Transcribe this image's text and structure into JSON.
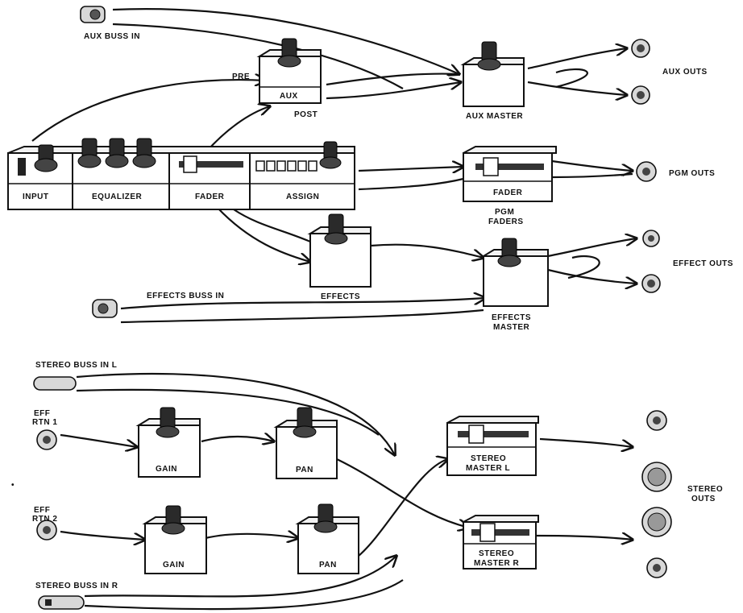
{
  "labels": {
    "aux_buss_in": "AUX BUSS IN",
    "pre": "PRE",
    "post": "POST",
    "aux": "AUX",
    "aux_master": "AUX MASTER",
    "aux_outs": "AUX OUTS",
    "input": "INPUT",
    "equalizer": "EQUALIZER",
    "fader": "FADER",
    "assign": "ASSIGN",
    "pgm_fader_box": "FADER",
    "pgm_faders": "PGM FADERS",
    "pgm_outs": "PGM OUTS",
    "effects": "EFFECTS",
    "effects_master": "EFFECTS MASTER",
    "effect_outs": "EFFECT OUTS",
    "effects_buss_in": "EFFECTS BUSS IN",
    "stereo_buss_in_l": "STEREO BUSS IN L",
    "stereo_buss_in_r": "STEREO BUSS IN R",
    "eff_rtn_1": "EFF RTN 1",
    "eff_rtn_2": "EFF RTN 2",
    "gain": "GAIN",
    "pan": "PAN",
    "stereo_master_l": "STEREO MASTER L",
    "stereo_master_r": "STEREO MASTER R",
    "stereo_outs": "STEREO OUTS"
  }
}
